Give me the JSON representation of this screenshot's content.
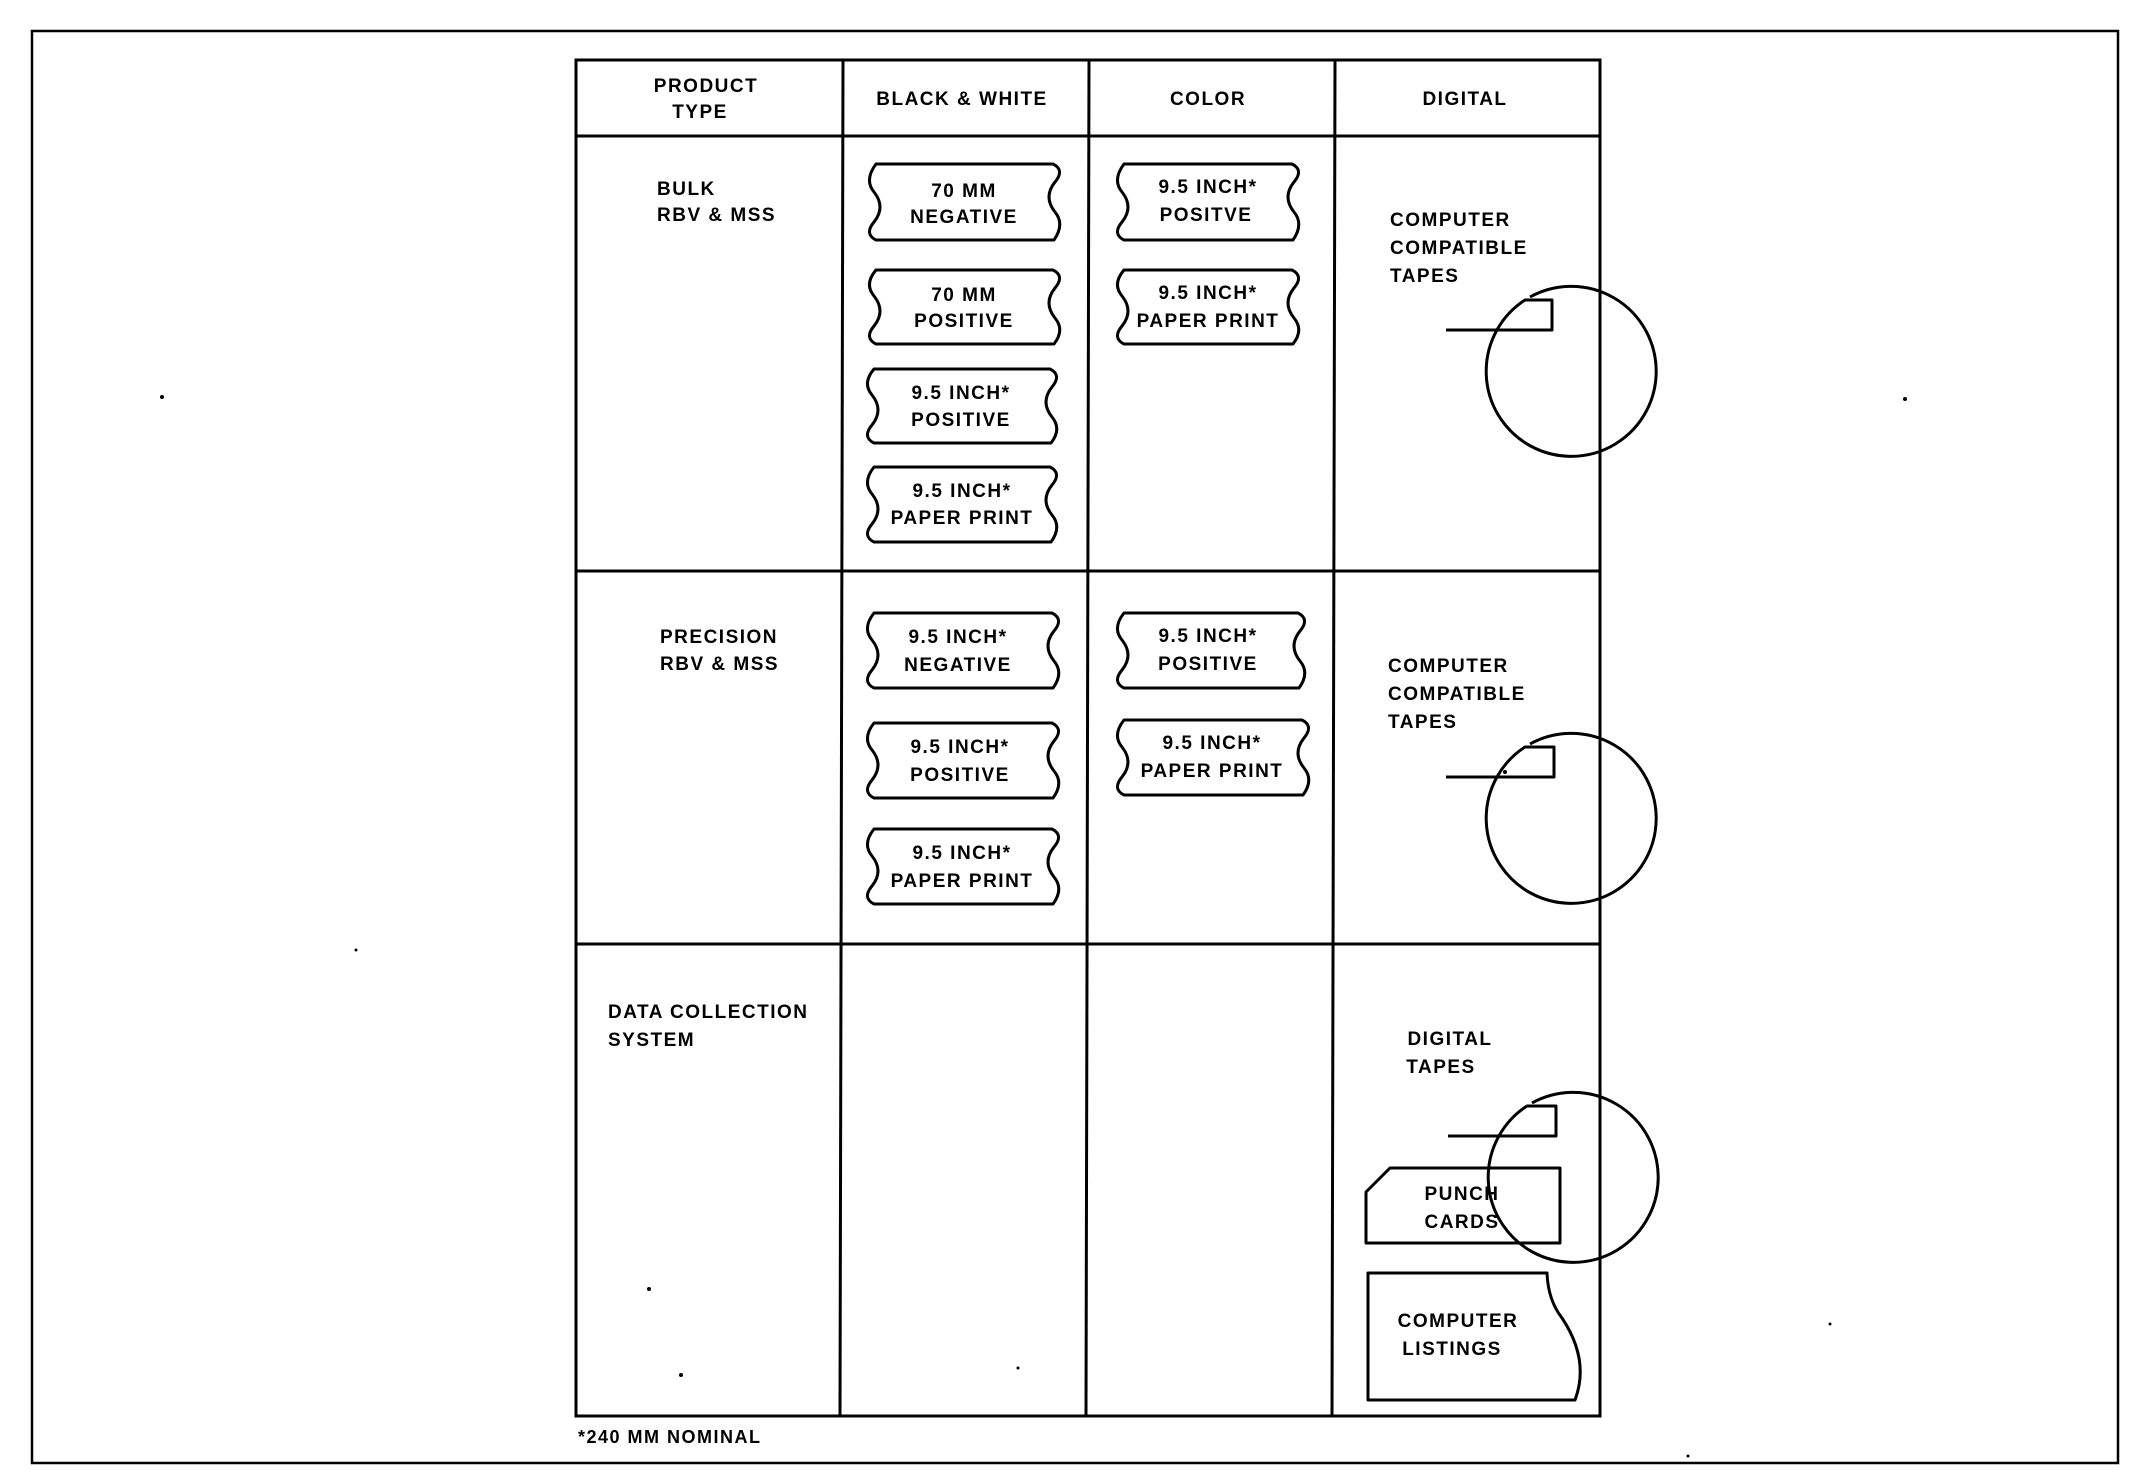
{
  "headers": {
    "product_type": [
      "PRODUCT",
      "TYPE"
    ],
    "black_white": "BLACK & WHITE",
    "color": "COLOR",
    "digital": "DIGITAL"
  },
  "rows": {
    "bulk": {
      "label": [
        "BULK",
        "RBV & MSS"
      ],
      "bw": [
        [
          "70 MM",
          "NEGATIVE"
        ],
        [
          "70 MM",
          "POSITIVE"
        ],
        [
          "9.5 INCH*",
          "POSITIVE"
        ],
        [
          "9.5 INCH*",
          "PAPER PRINT"
        ]
      ],
      "color": [
        [
          "9.5 INCH*",
          "POSITVE"
        ],
        [
          "9.5 INCH*",
          "PAPER PRINT"
        ]
      ],
      "digital": [
        [
          "COMPUTER",
          "COMPATIBLE",
          "TAPES"
        ]
      ]
    },
    "precision": {
      "label": [
        "PRECISION",
        "RBV & MSS"
      ],
      "bw": [
        [
          "9.5 INCH*",
          "NEGATIVE"
        ],
        [
          "9.5 INCH*",
          "POSITIVE"
        ],
        [
          "9.5 INCH*",
          "PAPER PRINT"
        ]
      ],
      "color": [
        [
          "9.5 INCH*",
          "POSITIVE"
        ],
        [
          "9.5 INCH*",
          "PAPER PRINT"
        ]
      ],
      "digital": [
        [
          "COMPUTER",
          "COMPATIBLE",
          "TAPES"
        ]
      ]
    },
    "dcs": {
      "label": [
        "DATA COLLECTION",
        "SYSTEM"
      ],
      "digital_tapes": [
        "DIGITAL",
        "TAPES"
      ],
      "punch_cards": [
        "PUNCH",
        "CARDS"
      ],
      "listings": [
        "COMPUTER",
        "LISTINGS"
      ]
    }
  },
  "footnote": "*240 MM NOMINAL"
}
